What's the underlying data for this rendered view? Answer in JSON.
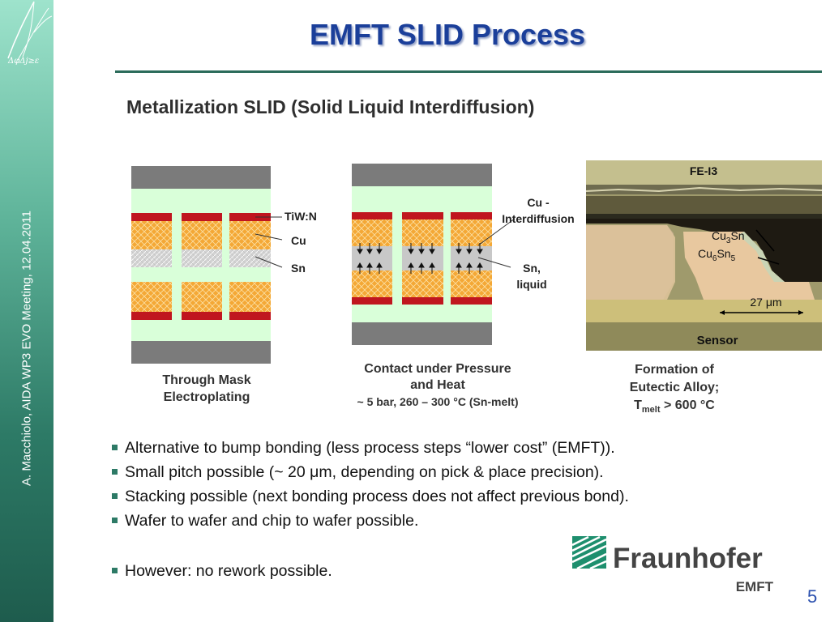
{
  "sidebar": {
    "vertical_text": "A. Macchiolo,  AIDA WP3 EVO Meeting, 12.04.2011",
    "logo": "aida-logo"
  },
  "title": "EMFT SLID Process",
  "subtitle": "Metallization SLID (Solid Liquid Interdiffusion)",
  "diagram": {
    "labels": {
      "tiw": "TiW:N",
      "cu": "Cu",
      "sn": "Sn",
      "cu_inter_1": "Cu -",
      "cu_inter_2": "Interdiffusion",
      "sn_liq_1": "Sn,",
      "sn_liq_2": "liquid"
    },
    "captions": {
      "step1_l1": "Through Mask",
      "step1_l2": "Electroplating",
      "step2_l1": "Contact under Pressure",
      "step2_l2": "and Heat",
      "step2_l3": "~ 5 bar, 260 – 300 °C (Sn-melt)",
      "step3_l1": "Formation of",
      "step3_l2": "Eutectic Alloy;",
      "step3_T": "T",
      "step3_sub": "melt",
      "step3_rest": " > 600 °C"
    },
    "photo_labels": {
      "top": "FE-I3",
      "cu3sn_a": "Cu",
      "cu3sn_sub": "3",
      "cu3sn_b": "Sn",
      "cu6sn5_a": "Cu",
      "cu6sn5_sub": "6",
      "cu6sn5_b": "Sn",
      "cu6sn5_sub2": "5",
      "width": "27 μm",
      "bottom": "Sensor"
    },
    "colors": {
      "chip_gray": "#7b7b7b",
      "mint": "#d9ffd9",
      "red": "#c0161f",
      "cu": "#f4a836",
      "sn": "#cfcfcf"
    }
  },
  "bullets": [
    "Alternative to bump bonding (less process steps “lower cost” (EMFT)).",
    "Small pitch possible (~ 20 μm, depending on pick & place precision).",
    "Stacking possible (next bonding process does not affect previous bond).",
    "Wafer to wafer and chip to wafer possible.",
    "However: no rework possible."
  ],
  "logo": {
    "name": "Fraunhofer",
    "sub": "EMFT",
    "color": "#1e8f6e"
  },
  "page_number": "5"
}
